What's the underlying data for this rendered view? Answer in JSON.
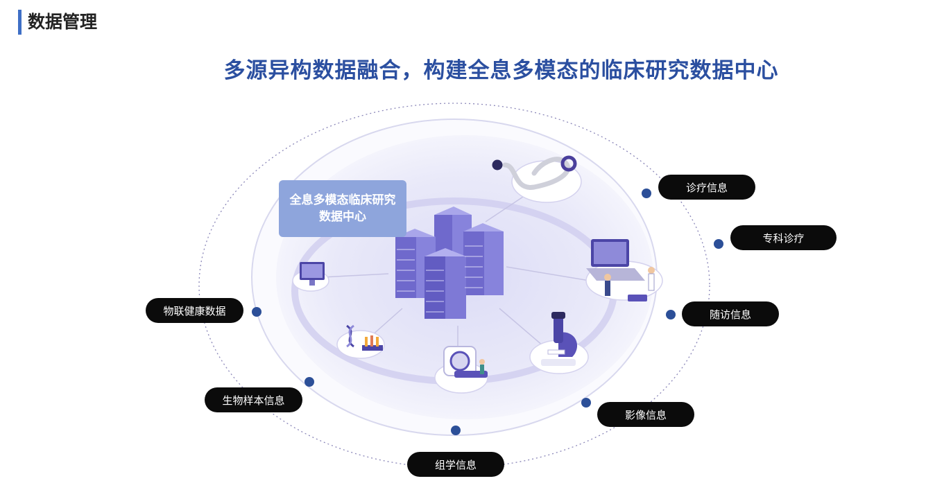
{
  "section": {
    "title": "数据管理"
  },
  "headline": "多源异构数据融合，构建全息多模态的临床研究数据中心",
  "center": {
    "label": "全息多模态临床研究数据中心"
  },
  "categories": [
    {
      "label": "诊疗信息"
    },
    {
      "label": "专科诊疗"
    },
    {
      "label": "随访信息"
    },
    {
      "label": "影像信息"
    },
    {
      "label": "组学信息"
    },
    {
      "label": "生物样本信息"
    },
    {
      "label": "物联健康数据"
    }
  ],
  "colors": {
    "accent": "#3f6fc6",
    "title": "#2b4fa0",
    "pill": "#0b0b0b",
    "dot": "#2c4f98",
    "card": "#8ea5dc"
  }
}
